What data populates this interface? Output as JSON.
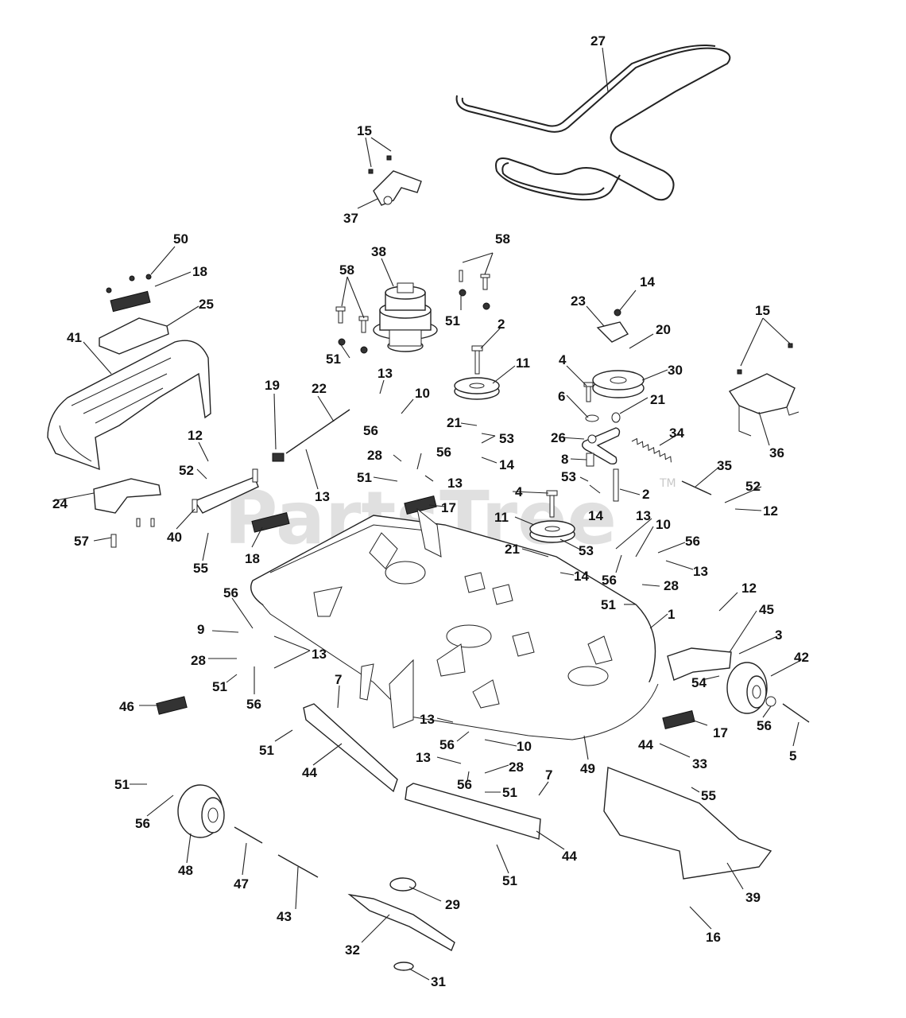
{
  "watermark": {
    "text": "PartsTree",
    "tm": "TM"
  },
  "callouts": {
    "c1": "1",
    "c2a": "2",
    "c2b": "2",
    "c3": "3",
    "c4a": "4",
    "c4b": "4",
    "c5": "5",
    "c6": "6",
    "c7a": "7",
    "c7b": "7",
    "c8": "8",
    "c9": "9",
    "c10a": "10",
    "c10b": "10",
    "c10c": "10",
    "c11a": "11",
    "c11b": "11",
    "c12a": "12",
    "c12b": "12",
    "c12c": "12",
    "c13a": "13",
    "c13b": "13",
    "c13c": "13",
    "c13d": "13",
    "c13e": "13",
    "c13f": "13",
    "c13g": "13",
    "c13h": "13",
    "c14a": "14",
    "c14b": "14",
    "c14c": "14",
    "c14d": "14",
    "c15a": "15",
    "c15b": "15",
    "c16": "16",
    "c17a": "17",
    "c17b": "17",
    "c18a": "18",
    "c18b": "18",
    "c19": "19",
    "c20": "20",
    "c21a": "21",
    "c21b": "21",
    "c21c": "21",
    "c22": "22",
    "c23": "23",
    "c24": "24",
    "c25": "25",
    "c26": "26",
    "c27": "27",
    "c28a": "28",
    "c28b": "28",
    "c28c": "28",
    "c28d": "28",
    "c29": "29",
    "c30": "30",
    "c31": "31",
    "c32": "32",
    "c33": "33",
    "c34": "34",
    "c35": "35",
    "c36": "36",
    "c37": "37",
    "c38": "38",
    "c39": "39",
    "c40": "40",
    "c41": "41",
    "c42": "42",
    "c43": "43",
    "c44a": "44",
    "c44b": "44",
    "c45": "45",
    "c46": "46",
    "c47": "47",
    "c48": "48",
    "c49": "49",
    "c50": "50",
    "c51a": "51",
    "c51b": "51",
    "c51c": "51",
    "c51d": "51",
    "c51e": "51",
    "c51f": "51",
    "c51g": "51",
    "c51h": "51",
    "c51i": "51",
    "c52a": "52",
    "c52b": "52",
    "c53a": "53",
    "c53b": "53",
    "c53c": "53",
    "c54": "54",
    "c55a": "55",
    "c55b": "55",
    "c56a": "56",
    "c56b": "56",
    "c56c": "56",
    "c56d": "56",
    "c56e": "56",
    "c56f": "56",
    "c56g": "56",
    "c56h": "56",
    "c57": "57",
    "c58a": "58",
    "c58b": "58",
    "deck_badge": "44"
  }
}
